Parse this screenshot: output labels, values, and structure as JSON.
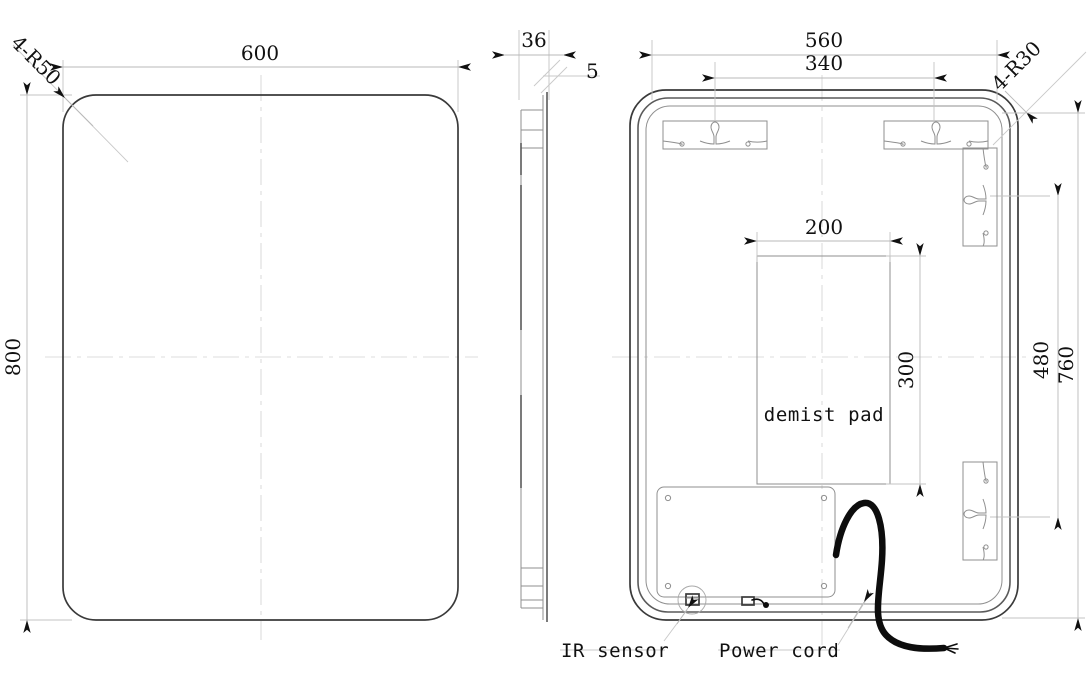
{
  "drawing": {
    "title": "LED bathroom mirror technical drawing",
    "background_color": "#ffffff",
    "line_color": "#5a5a5a",
    "text_color": "#111111",
    "cord_color": "#0d0d0d"
  },
  "views": {
    "front": {
      "name": "front-view",
      "dimensions": {
        "width_label": "600",
        "height_label": "800",
        "corner_radius_label": "4-R50"
      }
    },
    "side": {
      "name": "side-view",
      "dimensions": {
        "depth_label": "36",
        "glass_label": "5"
      }
    },
    "back": {
      "name": "back-view",
      "dimensions": {
        "outer_width_label": "560",
        "bracket_span_label": "340",
        "outer_height_label": "760",
        "bracket_height_label": "480",
        "corner_radius_label": "4-R30",
        "pad_width_label": "200",
        "pad_height_label": "300"
      },
      "components": {
        "demist_pad_label": "demist pad",
        "ir_sensor_label": "IR sensor",
        "power_cord_label": "Power cord"
      }
    }
  },
  "annotations": [
    {
      "id": "front-width",
      "text": "600"
    },
    {
      "id": "front-height",
      "text": "800"
    },
    {
      "id": "front-radius",
      "text": "4-R50"
    },
    {
      "id": "side-depth",
      "text": "36"
    },
    {
      "id": "side-glass",
      "text": "5"
    },
    {
      "id": "back-width",
      "text": "560"
    },
    {
      "id": "back-bracket-span",
      "text": "340"
    },
    {
      "id": "back-height",
      "text": "760"
    },
    {
      "id": "back-bracket-height",
      "text": "480"
    },
    {
      "id": "back-radius",
      "text": "4-R30"
    },
    {
      "id": "pad-width",
      "text": "200"
    },
    {
      "id": "pad-height",
      "text": "300"
    },
    {
      "id": "demist-pad",
      "text": "demist pad"
    },
    {
      "id": "ir-sensor",
      "text": "IR sensor"
    },
    {
      "id": "power-cord",
      "text": "Power cord"
    }
  ]
}
